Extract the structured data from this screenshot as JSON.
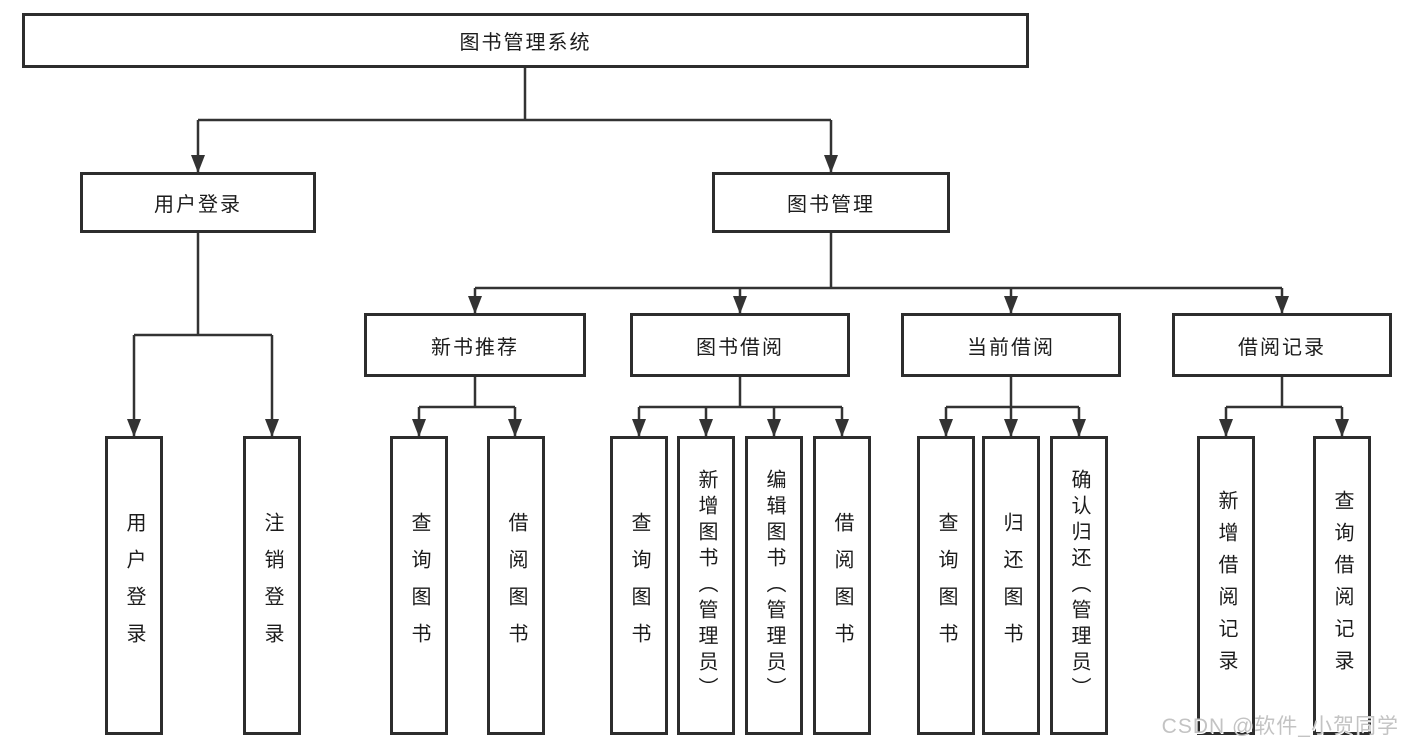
{
  "diagram": {
    "type": "hierarchy-flowchart",
    "nodes": {
      "root": "图书管理系统",
      "user_login": "用户登录",
      "book_mgmt": "图书管理",
      "new_books": "新书推荐",
      "book_borrow": "图书借阅",
      "current_borrow": "当前借阅",
      "borrow_records": "借阅记录",
      "leaves": {
        "user_login": [
          "用户登录",
          "注销登录"
        ],
        "new_books": [
          "查询图书",
          "借阅图书"
        ],
        "book_borrow": [
          "查询图书",
          "新增图书（管理员）",
          "编辑图书（管理员）",
          "借阅图书"
        ],
        "current_borrow": [
          "查询图书",
          "归还图书",
          "确认归还（管理员）"
        ],
        "borrow_records": [
          "新增借阅记录",
          "查询借阅记录"
        ]
      }
    },
    "edges": [
      [
        "图书管理系统",
        "用户登录"
      ],
      [
        "图书管理系统",
        "图书管理"
      ],
      [
        "用户登录",
        "用户登录"
      ],
      [
        "用户登录",
        "注销登录"
      ],
      [
        "图书管理",
        "新书推荐"
      ],
      [
        "图书管理",
        "图书借阅"
      ],
      [
        "图书管理",
        "当前借阅"
      ],
      [
        "图书管理",
        "借阅记录"
      ],
      [
        "新书推荐",
        "查询图书"
      ],
      [
        "新书推荐",
        "借阅图书"
      ],
      [
        "图书借阅",
        "查询图书"
      ],
      [
        "图书借阅",
        "新增图书（管理员）"
      ],
      [
        "图书借阅",
        "编辑图书（管理员）"
      ],
      [
        "图书借阅",
        "借阅图书"
      ],
      [
        "当前借阅",
        "查询图书"
      ],
      [
        "当前借阅",
        "归还图书"
      ],
      [
        "当前借阅",
        "确认归还（管理员）"
      ],
      [
        "借阅记录",
        "新增借阅记录"
      ],
      [
        "借阅记录",
        "查询借阅记录"
      ]
    ],
    "colors": {
      "background": "#ffffff",
      "line": "#333333",
      "box_border": "#2d2d2d",
      "text": "#1c1c1c",
      "watermark": "#c3c3c3"
    },
    "watermark": "CSDN @软件_小贺同学"
  }
}
